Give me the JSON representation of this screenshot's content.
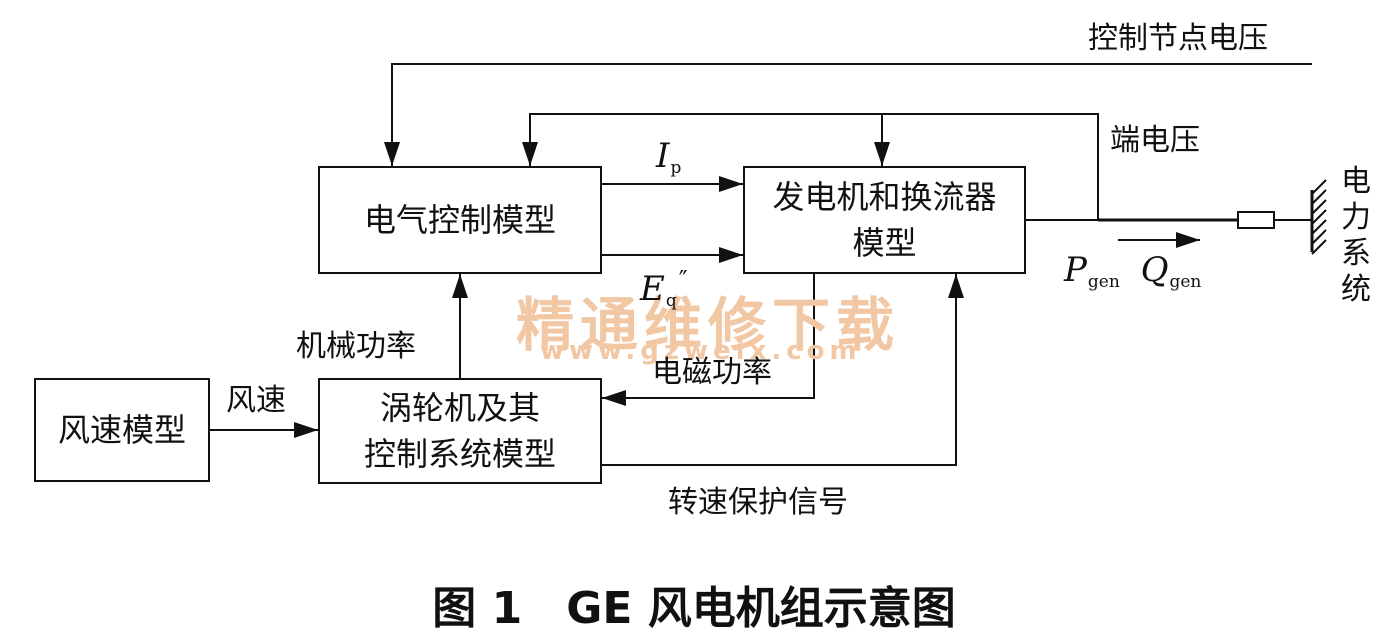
{
  "blocks": {
    "electrical_control": "电气控制模型",
    "generator_converter": [
      "发电机和换流器",
      "模型"
    ],
    "wind_speed_model": "风速模型",
    "turbine_control": [
      "涡轮机及其",
      "控制系统模型"
    ]
  },
  "labels": {
    "control_node_voltage": "控制节点电压",
    "terminal_voltage": "端电压",
    "mechanical_power": "机械功率",
    "wind_speed": "风速",
    "electromagnetic_power": "电磁功率",
    "speed_protection_signal": "转速保护信号",
    "power_system": [
      "电",
      "力",
      "系",
      "统"
    ]
  },
  "symbols": {
    "ip_main": "I",
    "ip_sub": "p",
    "eq_main": "E",
    "eq_sub": "q",
    "eq_sup": "″",
    "pgen_main": "P",
    "pgen_sub": "gen",
    "qgen_main": "Q",
    "qgen_sub": "gen"
  },
  "watermark": {
    "text": "精通维修下载",
    "url": "www.gzweix.com"
  },
  "caption": "图 1　GE 风电机组示意图"
}
